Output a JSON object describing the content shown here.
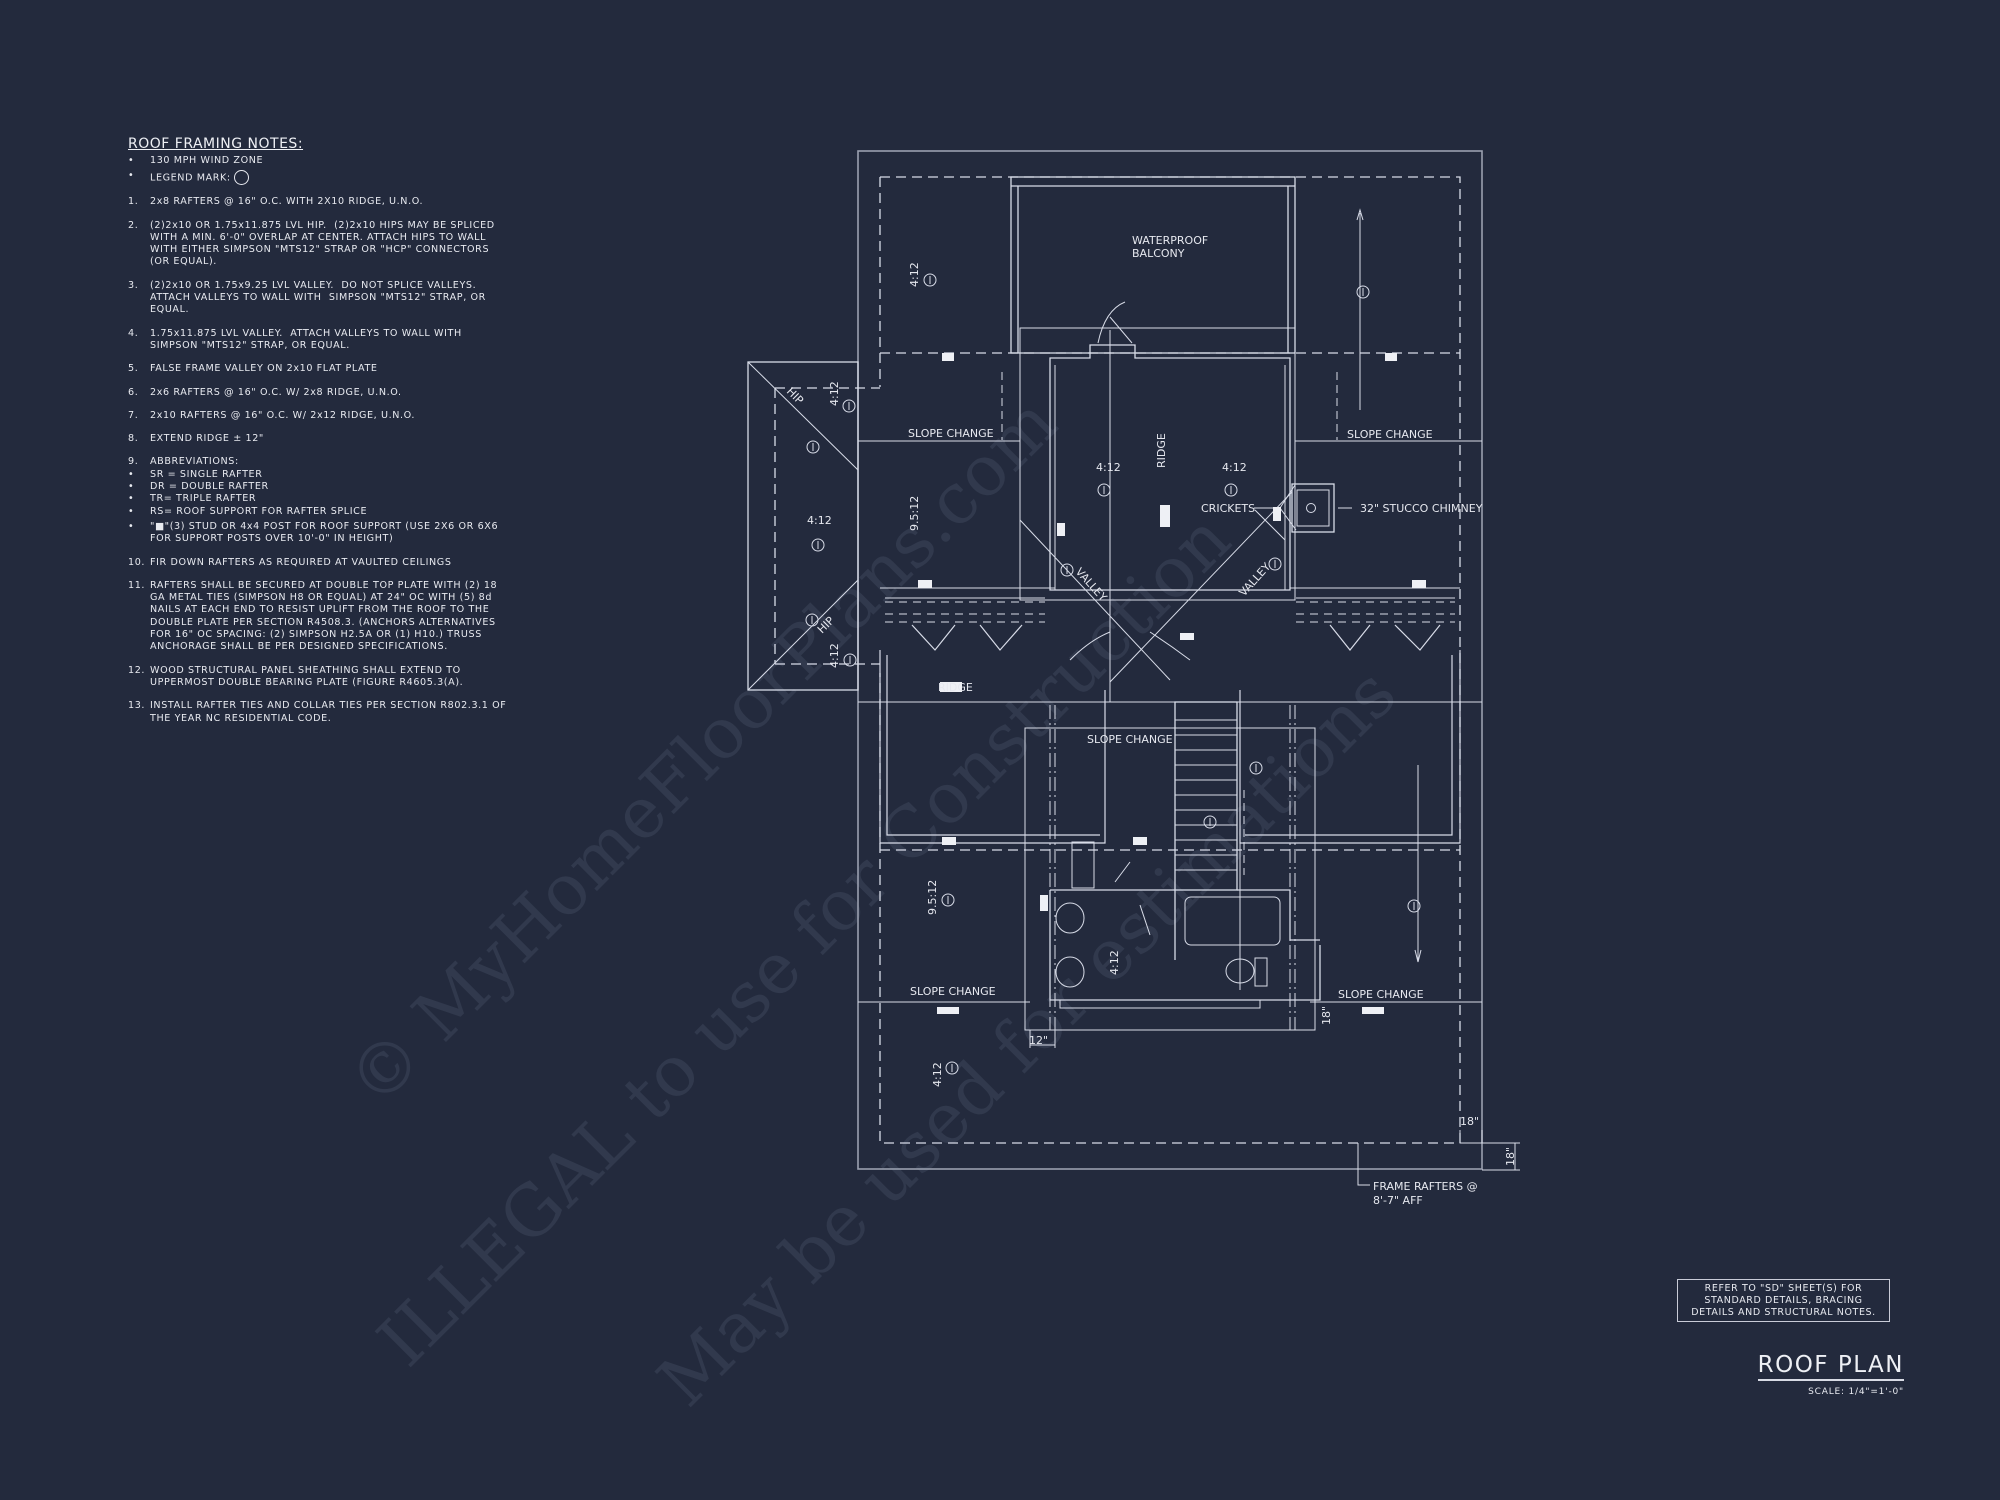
{
  "notes": {
    "title": "ROOF FRAMING NOTES:",
    "bullets": [
      {
        "marker": "•",
        "text": "130 MPH WIND ZONE"
      },
      {
        "marker": "•",
        "text": "LEGEND MARK:"
      }
    ],
    "items": [
      {
        "num": "1.",
        "text": "2x8 RAFTERS @ 16\" O.C. WITH 2X10 RIDGE, U.N.O."
      },
      {
        "num": "2.",
        "text": "(2)2x10 OR 1.75x11.875 LVL HIP.  (2)2x10 HIPS MAY BE SPLICED WITH A MIN. 6'-0\" OVERLAP AT CENTER. ATTACH HIPS TO WALL WITH EITHER SIMPSON \"MTS12\" STRAP OR \"HCP\" CONNECTORS (OR EQUAL)."
      },
      {
        "num": "3.",
        "text": "(2)2x10 OR 1.75x9.25 LVL VALLEY.  DO NOT SPLICE VALLEYS.  ATTACH VALLEYS TO WALL WITH  SIMPSON \"MTS12\" STRAP, OR EQUAL."
      },
      {
        "num": "4.",
        "text": "1.75x11.875 LVL VALLEY.  ATTACH VALLEYS TO WALL WITH SIMPSON \"MTS12\" STRAP, OR EQUAL."
      },
      {
        "num": "5.",
        "text": "FALSE FRAME VALLEY ON 2x10 FLAT PLATE"
      },
      {
        "num": "6.",
        "text": "2x6 RAFTERS @ 16\" O.C. W/ 2x8 RIDGE, U.N.O."
      },
      {
        "num": "7.",
        "text": "2x10 RAFTERS @ 16\" O.C. W/ 2x12 RIDGE, U.N.O."
      },
      {
        "num": "8.",
        "text": "EXTEND RIDGE ± 12\""
      },
      {
        "num": "9.",
        "text": "ABBREVIATIONS:"
      }
    ],
    "abbreviations": [
      "SR = SINGLE RAFTER",
      "DR = DOUBLE RAFTER",
      "TR= TRIPLE RAFTER",
      "RS= ROOF SUPPORT FOR RAFTER SPLICE",
      "\"■\"(3) STUD OR 4x4 POST FOR ROOF SUPPORT (USE 2X6 OR 6X6 FOR SUPPORT POSTS OVER 10'-0\" IN HEIGHT)"
    ],
    "items_2": [
      {
        "num": "10.",
        "text": "FIR DOWN RAFTERS AS REQUIRED AT VAULTED CEILINGS"
      },
      {
        "num": "11.",
        "text": "RAFTERS SHALL BE SECURED AT DOUBLE TOP PLATE WITH (2) 18 GA METAL TIES (SIMPSON H8 OR EQUAL) AT 24\" OC WITH (5) 8d NAILS AT EACH END TO RESIST UPLIFT FROM THE ROOF TO THE DOUBLE PLATE PER SECTION R4508.3. (ANCHORS ALTERNATIVES FOR 16\" OC SPACING: (2) SIMPSON H2.5A OR (1) H10.) TRUSS ANCHORAGE SHALL BE PER DESIGNED SPECIFICATIONS."
      },
      {
        "num": "12.",
        "text": "WOOD STRUCTURAL PANEL SHEATHING SHALL EXTEND TO UPPERMOST DOUBLE BEARING PLATE (FIGURE R4605.3(A)."
      },
      {
        "num": "13.",
        "text": "INSTALL RAFTER TIES AND COLLAR TIES PER SECTION R802.3.1 OF THE YEAR NC RESIDENTIAL CODE."
      }
    ]
  },
  "plan": {
    "labels": {
      "balcony_1": "WATERPROOF",
      "balcony_2": "BALCONY",
      "slope_change": "SLOPE CHANGE",
      "ridge": "RIDGE",
      "crickets": "CRICKETS",
      "chimney": "32\" STUCCO CHIMNEY",
      "valley": "VALLEY",
      "hip": "HIP",
      "ridge_lower": "RIDGE",
      "frame_rafters_1": "FRAME RAFTERS @",
      "frame_rafters_2": "8'-7\" AFF"
    },
    "pitches": {
      "p412": "4:12",
      "p9512": "9.5:12"
    },
    "legend_mark": "1",
    "dimensions": {
      "d12": "12\"",
      "d18": "18\""
    }
  },
  "refer_box": {
    "line1": "REFER TO \"SD\"  SHEET(S) FOR",
    "line2": "STANDARD DETAILS, BRACING",
    "line3": "DETAILS AND STRUCTURAL NOTES."
  },
  "title_block": {
    "title": "ROOF PLAN",
    "scale": "SCALE: 1/4\"=1'-0\""
  },
  "watermark": {
    "line1": "© MyHomeFloorPlans.com",
    "line2": "ILLEGAL to use for Construction",
    "line3": "May be used for estimations"
  },
  "colors": {
    "background": "#232a3d",
    "line": "#d8dce8",
    "outline_muted": "#9aa0b0"
  }
}
